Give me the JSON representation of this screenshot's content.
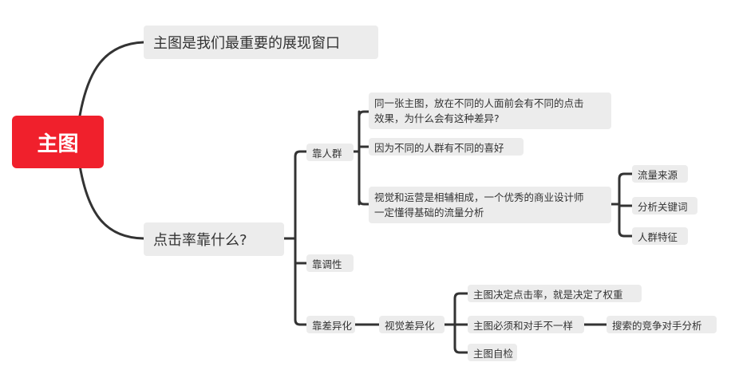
{
  "mindmap": {
    "root": {
      "label": "主图"
    },
    "topic_showcase": {
      "label": "主图是我们最重要的展现窗口"
    },
    "topic_ctr": {
      "label": "点击率靠什么?"
    },
    "crowd": {
      "label": "靠人群",
      "children": [
        {
          "line1": "同一张主图，放在不同的人面前会有不同的点击",
          "line2": "效果，为什么会有这种差异?"
        },
        {
          "line1": "因为不同的人群有不同的喜好"
        },
        {
          "line1": "视觉和运营是相辅相成，一个优秀的商业设计师",
          "line2": "一定懂得基础的流量分析"
        }
      ],
      "analysis": [
        "流量来源",
        "分析关键词",
        "人群特征"
      ]
    },
    "tone": {
      "label": "靠调性"
    },
    "difference": {
      "label": "靠差异化",
      "visual": {
        "label": "视觉差异化"
      },
      "children": [
        "主图决定点击率，就是决定了权重",
        "主图必须和对手不一样",
        "主图自检"
      ],
      "competitor": {
        "label": "搜索的竞争对手分析"
      }
    }
  },
  "colors": {
    "root_bg": "#f0202c",
    "node_bg": "#ececec",
    "line": "#333333"
  }
}
